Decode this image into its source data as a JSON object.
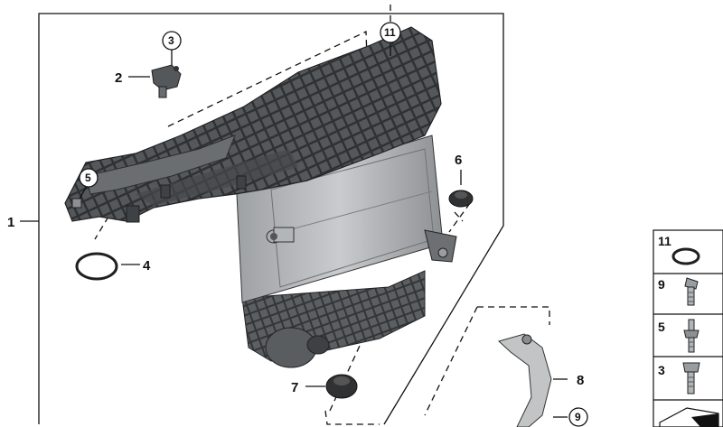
{
  "callouts": {
    "p1": "1",
    "p2": "2",
    "p3": "3",
    "p4": "4",
    "p5": "5",
    "p6": "6",
    "p7": "7",
    "p8": "8",
    "p9": "9",
    "p11": "11"
  },
  "legend": {
    "items": [
      {
        "number": "11",
        "part": "o-ring-icon"
      },
      {
        "number": "9",
        "part": "bolt-icon"
      },
      {
        "number": "5",
        "part": "stud-bolt-icon"
      },
      {
        "number": "3",
        "part": "screw-icon"
      }
    ]
  },
  "colors": {
    "line": "#111111",
    "part_dark": "#4a4d4f",
    "part_mid": "#7a7d80",
    "part_light": "#b7b9bb",
    "part_highlight": "#d6d8da"
  }
}
